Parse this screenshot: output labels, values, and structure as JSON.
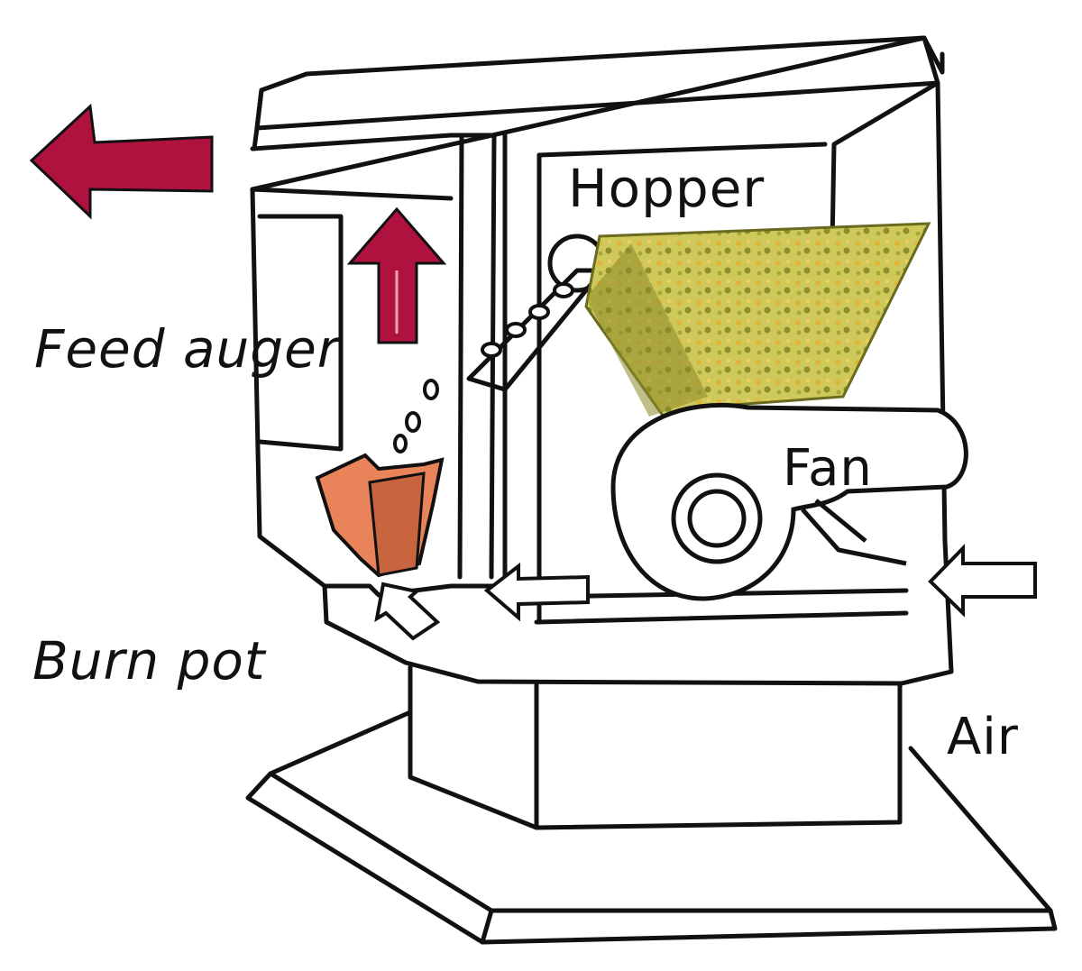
{
  "labels": {
    "hopper": "Hopper",
    "feed_auger": "Feed auger",
    "fan": "Fan",
    "burn_pot": "Burn pot",
    "air": "Air"
  },
  "colors": {
    "arrow_red": "#b0123f",
    "pellet_fill": "#c8c24a",
    "pellet_dark": "#8a8a2a",
    "flame_orange": "#e8835a",
    "flame_dark": "#c8643e",
    "outline": "#111111"
  },
  "icons": {
    "exhaust_arrow": "arrow-left-icon",
    "heat_arrow": "arrow-up-icon",
    "air_in_arrow": "arrow-left-outline-icon",
    "fan": "fan-icon",
    "flame": "flame-icon"
  }
}
